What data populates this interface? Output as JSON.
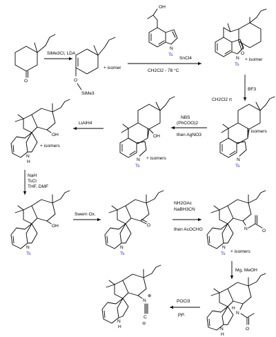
{
  "scheme": {
    "reagents": {
      "step1": "SiMe3Cl, LDA",
      "step2_line1": "SnCl4",
      "step2_line2": "CH2Cl2 - 78 °C",
      "step3_line1": "CH2Cl2 rt",
      "step3_line2": "BF3",
      "step4_line1": "NBS",
      "step4_line2": "(PhCOO)2",
      "step4_line3": "then AgNO3",
      "step5": "LiAlH4",
      "step6_line1": "NaH",
      "step6_line2": "TsCl",
      "step6_line3": "THF, DMF",
      "step7": "Swern Ox.",
      "step8_line1": "NH2OAc",
      "step8_line2": "NaBH3CN",
      "step8_line3": "then AcOCHO",
      "step9": "Mg, MeOH",
      "step10_line1": "POCl3",
      "step10_line2": "pyr."
    },
    "notes": {
      "isomer": "+ isomer",
      "isomers": "+ isomers"
    },
    "atoms": {
      "oxygen": "O",
      "hydroxyl": "OH",
      "silyl": "SiMe3",
      "tosyl": "Ts",
      "nitrogen": "N",
      "nh": "H",
      "amide_n": "N",
      "isocyanide_c": "C",
      "plus": "⊕",
      "minus": "⊖"
    }
  }
}
